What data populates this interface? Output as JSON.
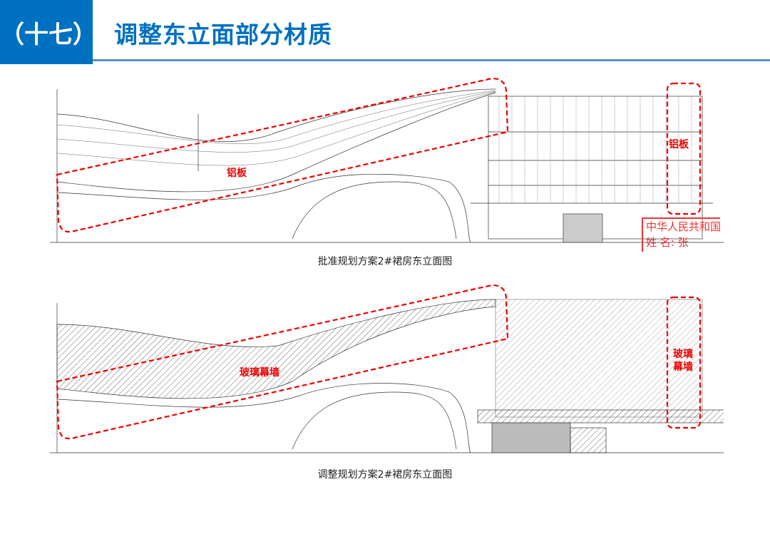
{
  "header": {
    "section_number": "（十七）",
    "title": "调整东立面部分材质",
    "accent": "#0070C0"
  },
  "drawing_top": {
    "caption": "批准规划方案2#裙房东立面图",
    "labels": [
      "铝板",
      "铝板"
    ],
    "stamp": {
      "line1": "中华人民共和国一",
      "line2": "姓  名:  张"
    }
  },
  "drawing_bottom": {
    "caption": "调整规划方案2#裙房东立面图",
    "labels": [
      "玻璃幕墙",
      "玻璃\n幕墙"
    ]
  },
  "highlight_color": "#ff0000"
}
